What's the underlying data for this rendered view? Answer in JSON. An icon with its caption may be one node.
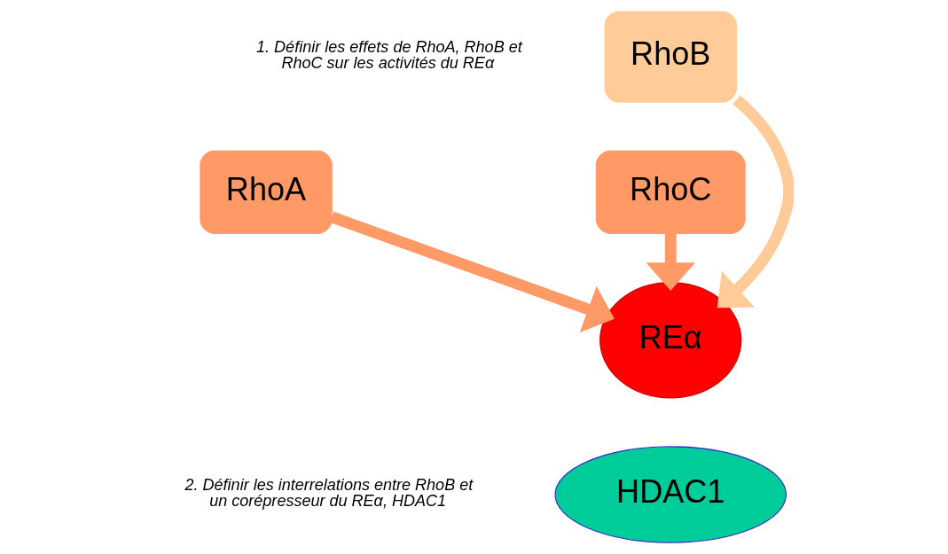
{
  "diagram": {
    "nodes": [
      {
        "text": [
          "RhoB"
        ]
      },
      {
        "text": [
          "RhoA"
        ]
      },
      {
        "text": [
          "REα"
        ]
      },
      {
        "text": [
          "RhoC"
        ]
      },
      {
        "text": [
          "HDAC1"
        ]
      }
    ],
    "edges": [
      {
        "from": 0,
        "to": 2,
        "arrow": "to",
        "color": "#ffcc99"
      },
      {
        "from": 1,
        "to": 2,
        "arrow": "to"
      },
      {
        "from": 3,
        "to": 2,
        "arrow": "to"
      }
    ],
    "labels": [
      "1. Définir les effets de RhoA, RhoB et RhoC sur les activités du REα",
      "2. Définir les interrelations entre RhoB et un corépresseur du REα, HDAC1"
    ]
  }
}
